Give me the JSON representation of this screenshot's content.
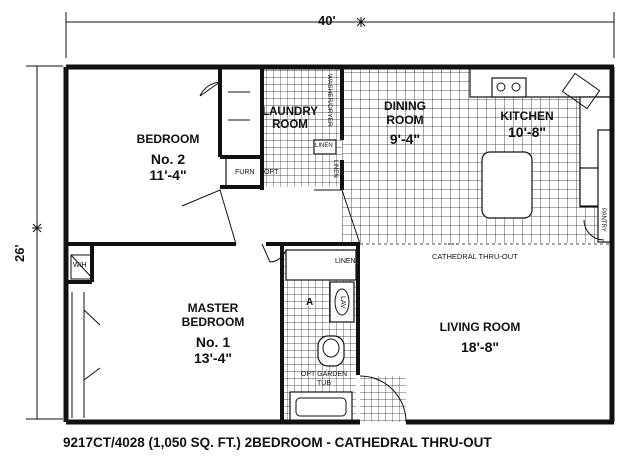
{
  "dimensions": {
    "width": "40'",
    "depth": "26'"
  },
  "rooms": {
    "bedroom2": {
      "name": "BEDROOM",
      "number": "No. 2",
      "size": "11'-4\""
    },
    "laundry": {
      "line1": "LAUNDRY",
      "line2": "ROOM"
    },
    "dining": {
      "line1": "DINING",
      "line2": "ROOM",
      "size": "9'-4\""
    },
    "kitchen": {
      "name": "KITCHEN",
      "size": "10'-8\""
    },
    "master": {
      "line1": "MASTER",
      "line2": "BEDROOM",
      "number": "No. 1",
      "size": "13'-4\""
    },
    "living": {
      "name": "LIVING ROOM",
      "size": "18'-8\""
    }
  },
  "small_labels": {
    "washer_dryer": "WASHER/DRYER",
    "linen_upper": "LINEN",
    "linen_side": "LINEN",
    "furn": "FURN",
    "opt": "OPT",
    "wh": "W/H",
    "linen_bath": "LINEN",
    "lav": "LAV",
    "bath_a": "A",
    "opt_garden_tub": "OPT GARDEN TUB",
    "pantry": "PANTRY",
    "cathedral": "CATHEDRAL THRU-OUT"
  },
  "caption": "9217CT/4028 (1,050 SQ. FT.) 2BEDROOM - CATHEDRAL THRU-OUT"
}
